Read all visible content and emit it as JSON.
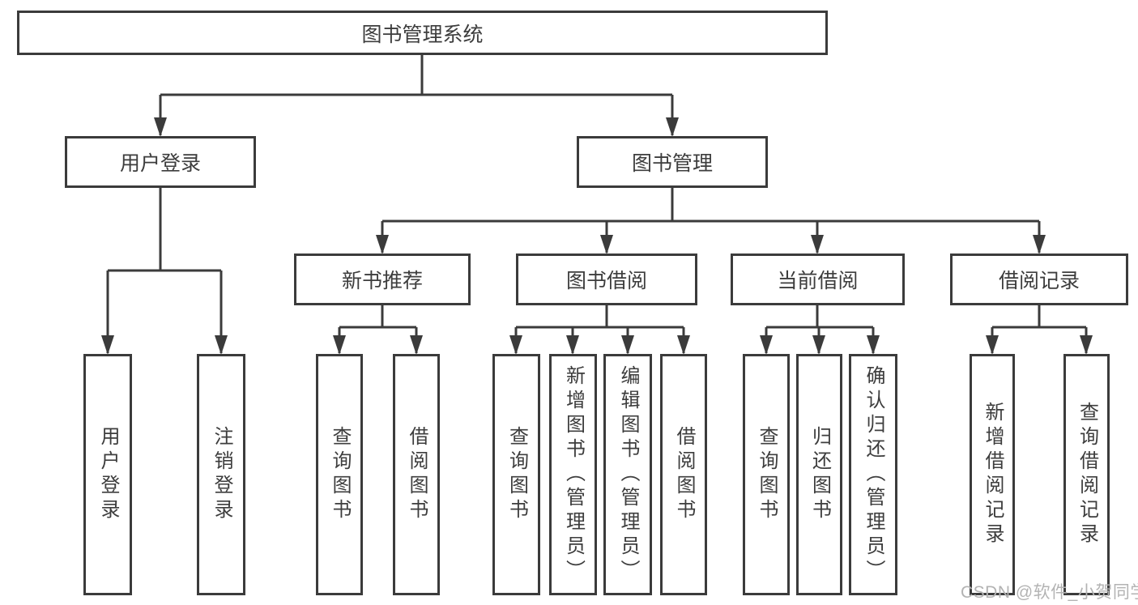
{
  "diagram": {
    "root": {
      "label": "图书管理系统"
    },
    "branches": [
      {
        "label": "用户登录",
        "children": [
          {
            "label": "用户登录"
          },
          {
            "label": "注销登录"
          }
        ]
      },
      {
        "label": "图书管理",
        "children": [
          {
            "label": "新书推荐",
            "children": [
              {
                "label": "查询图书"
              },
              {
                "label": "借阅图书"
              }
            ]
          },
          {
            "label": "图书借阅",
            "children": [
              {
                "label": "查询图书"
              },
              {
                "label": "新增图书（管理员）"
              },
              {
                "label": "编辑图书（管理员）"
              },
              {
                "label": "借阅图书"
              }
            ]
          },
          {
            "label": "当前借阅",
            "children": [
              {
                "label": "查询图书"
              },
              {
                "label": "归还图书"
              },
              {
                "label": "确认归还（管理员）"
              }
            ]
          },
          {
            "label": "借阅记录",
            "children": [
              {
                "label": "新增借阅记录"
              },
              {
                "label": "查询借阅记录"
              }
            ]
          }
        ]
      }
    ]
  },
  "watermark": {
    "text": "CSDN @软件_小贺同学"
  },
  "colors": {
    "line": "#3b3b3b",
    "text": "#3d3d3d",
    "background": "#ffffff",
    "watermark": "#b3b3b3"
  }
}
